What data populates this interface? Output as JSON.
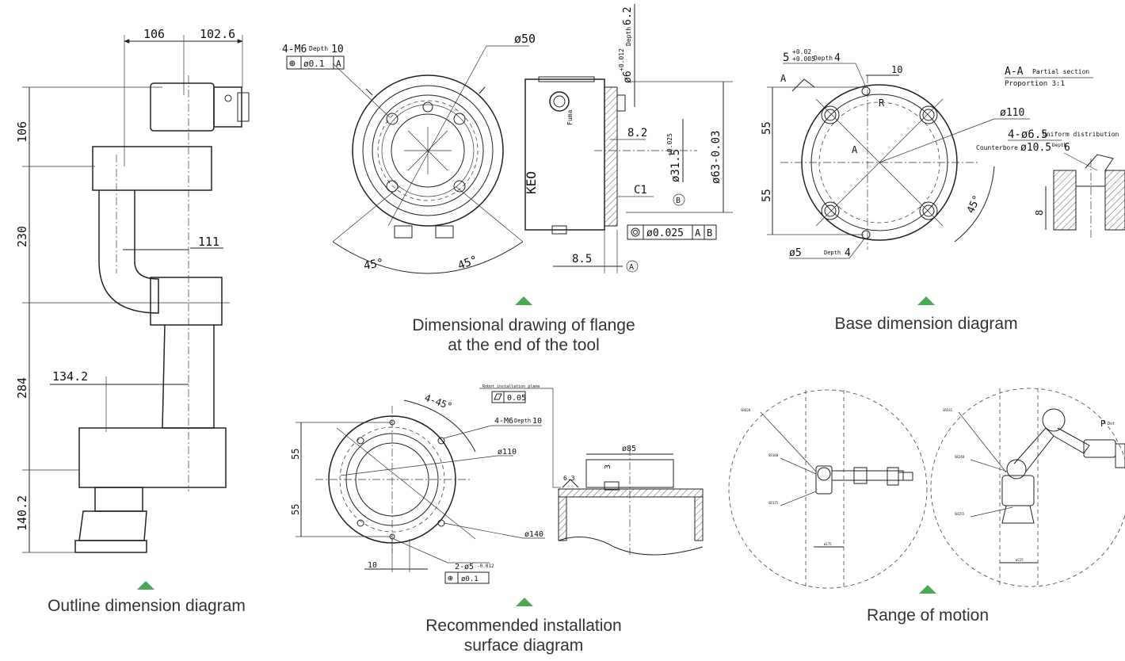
{
  "colors": {
    "accent_triangle": "#48a853",
    "line": "#222222"
  },
  "captions": {
    "outline": "Outline dimension diagram",
    "flange_line1": "Dimensional drawing of flange",
    "flange_line2": "at the end of the tool",
    "base": "Base dimension diagram",
    "install_line1": "Recommended installation",
    "install_line2": "surface diagram",
    "motion": "Range of motion"
  },
  "outline": {
    "top_dims": [
      "106",
      "102.6"
    ],
    "vertical_dims": [
      "106",
      "230",
      "284",
      "140.2"
    ],
    "mid_dim": "111",
    "lower_dim": "134.2"
  },
  "flange": {
    "callout_thread": "4-M6",
    "callout_depth_word": "Depth",
    "callout_depth": "10",
    "tol_symbol": "⊕",
    "tol_value": "ø0.1",
    "tol_datum": "A",
    "dia_50": "ø50",
    "angle_left": "45°",
    "angle_right": "45°",
    "pin_dia": "ø6",
    "pin_tol": "+0.012",
    "pin_depth": "6.2",
    "depth_word": "Depth",
    "dim_82": "8.2",
    "bore": "ø31.5",
    "bore_tol": "+0.025",
    "outer": "ø63-0.03",
    "chamfer": "C1",
    "datum_b": "B",
    "datum_a": "A",
    "runout_value": "ø0.025",
    "runout_a": "A",
    "runout_b": "B",
    "dim_85": "8.5",
    "brand": "Fuma",
    "logo_text": "KEO"
  },
  "base": {
    "slot": "5",
    "slot_tol": "+0.02",
    "slot_tol2": "+0.005",
    "depth_word": "Depth",
    "slot_depth": "4",
    "dim_10": "10",
    "section_label": "A-A",
    "section_note": "Partial section",
    "proportion": "Proportion 3:1",
    "dia_110": "ø110",
    "holes": "4-ø6.5",
    "holes_note": "Uniform distribution",
    "counterbore_word": "Counterbore",
    "counterbore": "ø10.5",
    "counterbore_depth": "6",
    "v55a": "55",
    "v55b": "55",
    "angle": "45°",
    "pin": "ø5",
    "pin_depth": "4",
    "sec_a": "A",
    "r_label": "R",
    "detail_8": "8"
  },
  "install": {
    "plane_note": "Robot installation plane",
    "flatness": "0.05",
    "angle": "4-45°",
    "thread": "4-M6",
    "depth_word": "Depth",
    "depth": "10",
    "dia_110": "ø110",
    "dia_140": "ø140",
    "dia_85": "ø85",
    "v55a": "55",
    "v55b": "55",
    "dim_10": "10",
    "dim_3": "3",
    "rough": "6.3",
    "pin": "2-ø5",
    "pin_tol": "-0.012",
    "tol_value": "ø0.1"
  },
  "motion": {
    "sphere_labels_left": [
      "SR620",
      "SR160",
      "SR175"
    ],
    "sphere_labels_right": [
      "SR531",
      "SR248",
      "SR255"
    ],
    "width_left": "ø175",
    "width_right": "ø225",
    "p_point": "P",
    "p_note": "Dot"
  }
}
